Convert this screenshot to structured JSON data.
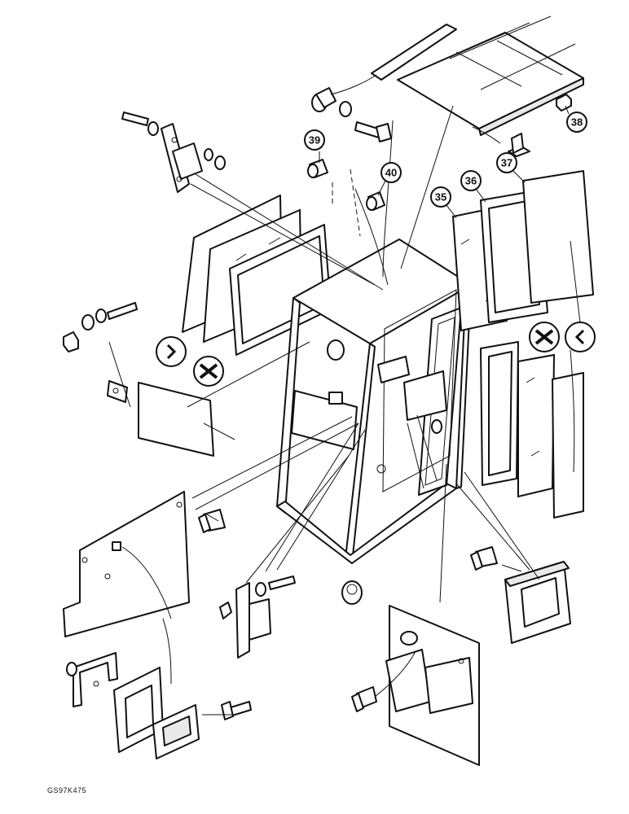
{
  "callouts": {
    "c35": "35",
    "c36": "36",
    "c37": "37",
    "c38": "38",
    "c39": "39",
    "c40": "40"
  },
  "drawing_code": "GS97K475"
}
